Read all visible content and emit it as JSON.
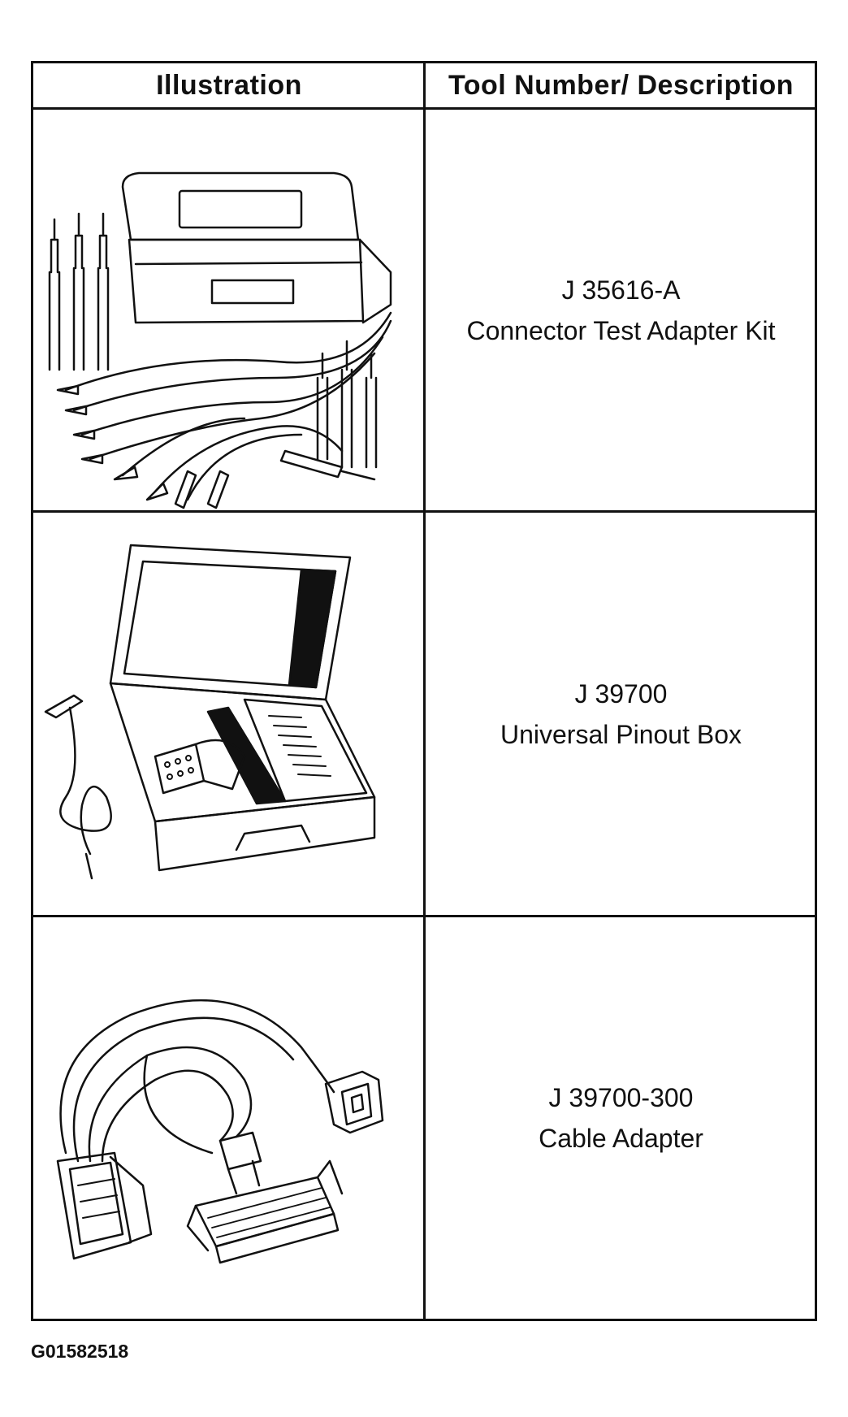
{
  "table": {
    "headers": {
      "illustration": "Illustration",
      "description": "Tool Number/ Description"
    },
    "rows": [
      {
        "tool_number": "J 35616-A",
        "description": "Connector Test Adapter Kit",
        "illustration_icon": "connector-test-adapter-kit-icon"
      },
      {
        "tool_number": "J 39700",
        "description": "Universal Pinout Box",
        "illustration_icon": "universal-pinout-box-icon"
      },
      {
        "tool_number": "J 39700-300",
        "description": "Cable Adapter",
        "illustration_icon": "cable-adapter-icon"
      }
    ]
  },
  "figure_id": "G01582518"
}
